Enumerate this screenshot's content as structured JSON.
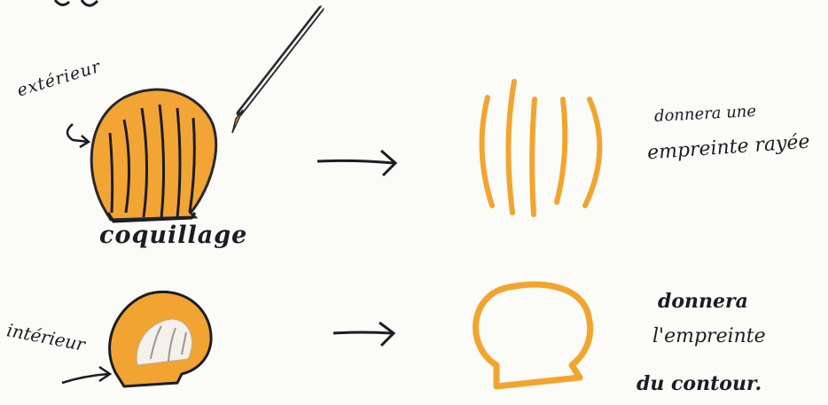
{
  "labels": {
    "exterior": "extérieur",
    "shell": "coquillage",
    "interior": "intérieur",
    "result1_line1": "donnera une",
    "result1_line2": "empreinte rayée",
    "result2_line1": "donnera",
    "result2_line2": "l'empreinte",
    "result2_line3": "du contour."
  },
  "colors": {
    "orange": "#f2a52e",
    "orange_light": "#f7c467",
    "ink": "#1c1c24",
    "paper": "#fbfbf8"
  }
}
